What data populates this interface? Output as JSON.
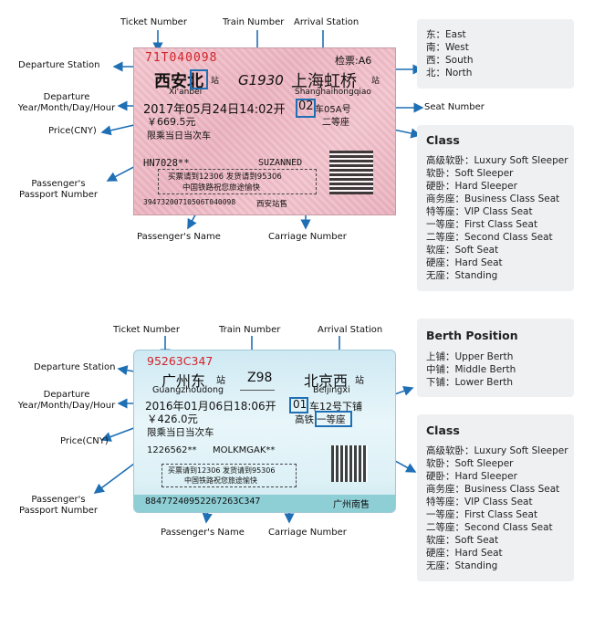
{
  "ticket1": {
    "ticket_number": "71T040098",
    "station_code": "检票:A6",
    "departure_cn": "西安北",
    "departure_suffix": "站",
    "departure_pinyin": "Xi'anbei",
    "train": "G1930",
    "arrival_cn": "上海虹桥",
    "arrival_suffix": "站",
    "arrival_pinyin": "Shanghaihongqiao",
    "datetime": "2017年05月24日14:02开",
    "car": "02",
    "seat": "车05A号",
    "price": "￥669.5元",
    "class": "二等座",
    "notice": "限乘当日当次车",
    "passport": "HN7028**",
    "name": "SUZANNED",
    "box_line1": "买票请到12306 发货请到95306",
    "box_line2": "中国铁路祝您旅途愉快",
    "serial": "39473200710506T040098",
    "sold_at": "西安站售"
  },
  "ticket2": {
    "ticket_number": "95263C347",
    "departure_cn": "广州东",
    "departure_suffix": "站",
    "departure_pinyin": "Guangzhoudong",
    "train": "Z98",
    "arrival_cn": "北京西",
    "arrival_suffix": "站",
    "arrival_pinyin": "Beijingxi",
    "datetime": "2016年01月06日18:06开",
    "car": "01",
    "seat": "车12号下铺",
    "price": "￥426.0元",
    "berth_class": "高铁",
    "class": "一等座",
    "notice": "限乘当日当次车",
    "passport": "1226562**",
    "name": "MOLKMGAK**",
    "box_line1": "买票请到12306 发货请到95306",
    "box_line2": "中国铁路祝您旅途愉快",
    "serial": "88477240952267263C347",
    "sold_at": "广州南售"
  },
  "labels1": {
    "ticket_number": "Ticket Number",
    "train_number": "Train Number",
    "arrival_station": "Arrival Station",
    "departure_station": "Departure Station",
    "departure_time_1": "Departure",
    "departure_time_2": "Year/Month/Day/Hour",
    "seat_number": "Seat Number",
    "price": "Price(CNY)",
    "passport_1": "Passenger's",
    "passport_2": "Passport Number",
    "name": "Passenger's Name",
    "carriage": "Carriage Number"
  },
  "labels2": {
    "ticket_number": "Ticket Number",
    "train_number": "Train Number",
    "arrival_station": "Arrival Station",
    "departure_station": "Departure Station",
    "departure_time_1": "Departure",
    "departure_time_2": "Year/Month/Day/Hour",
    "price": "Price(CNY)",
    "passport_1": "Passenger's",
    "passport_2": "Passport Number",
    "name": "Passenger's Name",
    "carriage": "Carriage Number"
  },
  "directions": [
    "东：East",
    "南：West",
    "西：South",
    "北：North"
  ],
  "class_title": "Class",
  "class_rows": [
    "高级软卧：Luxury Soft Sleeper",
    "软卧：Soft Sleeper",
    "硬卧：Hard Sleeper",
    "商务座：Business Class Seat",
    "特等座：VIP Class Seat",
    "一等座：First Class Seat",
    "二等座：Second Class Seat",
    "软座：Soft Seat",
    "硬座：Hard Seat",
    "无座：Standing"
  ],
  "berth_title": "Berth Position",
  "berth_rows": [
    "上铺：Upper Berth",
    "中铺：Middle Berth",
    "下铺：Lower Berth"
  ],
  "colors": {
    "arrow": "#1e6fb4",
    "ticket1_bg": "#f1c4cd",
    "ticket2_bg": "#dff2f7",
    "panel": "#eef0f2"
  }
}
